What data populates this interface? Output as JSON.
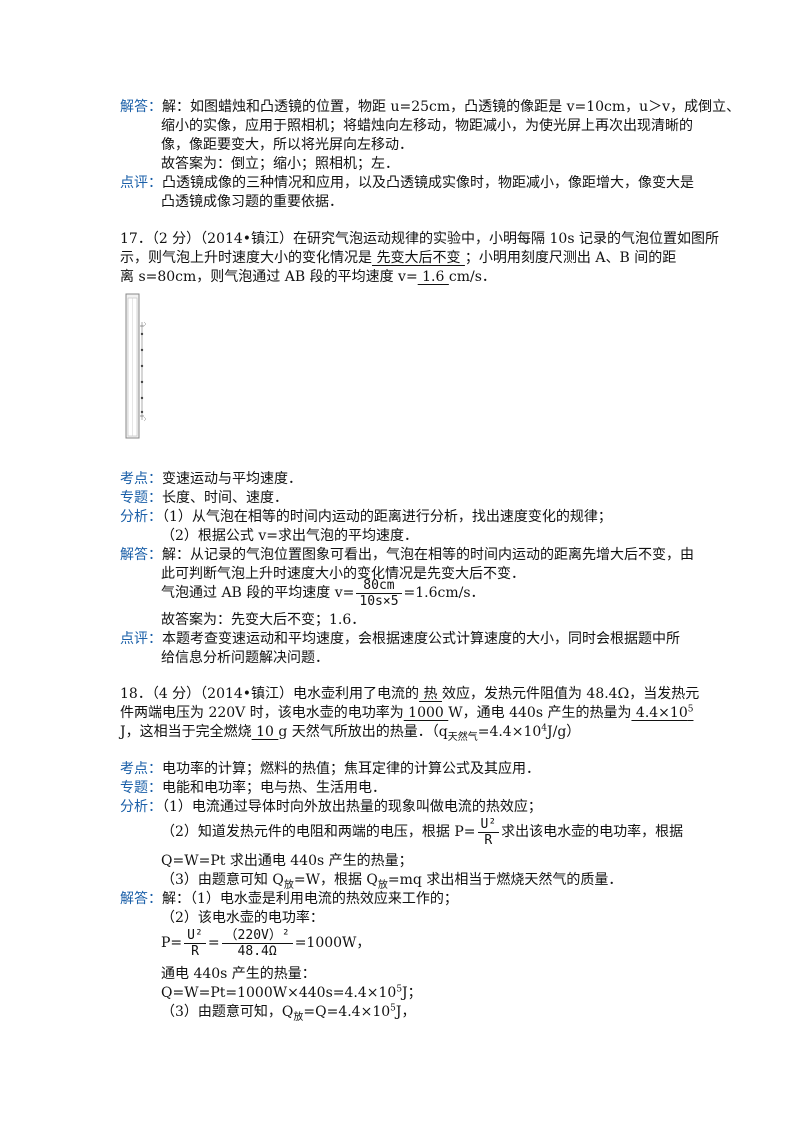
{
  "labels": {
    "jieda": "解答：",
    "dianping": "点评：",
    "kaodian": "考点：",
    "zhuanti": "专题：",
    "fenxi": "分析："
  },
  "q16": {
    "jieda_l1": "解：如图蜡烛和凸透镜的位置，物距 u=25cm，凸透镜的像距是 v=10cm，u＞v，成倒立、",
    "jieda_l2": "缩小的实像，应用于照相机；将蜡烛向左移动，物距减小，为使光屏上再次出现清晰的",
    "jieda_l3": "像，像距要变大，所以将光屏向左移动．",
    "jieda_l4": "故答案为：倒立；缩小；照相机；左．",
    "dianping_l1": "凸透镜成像的三种情况和应用，以及凸透镜成实像时，物距减小，像距增大，像变大是",
    "dianping_l2": "凸透镜成像习题的重要依据．"
  },
  "q17": {
    "l1": "17．（2 分）（2014•镇江）在研究气泡运动规律的实验中，小明每隔 10s 记录的气泡位置如图所",
    "l2a": "示，则气泡上升时速度大小的变化情况是",
    "ans1": "  先变大后不变  ",
    "l2b": "；小明用刻度尺测出 A、B 间的距",
    "l3a": "离 s=80cm，则气泡通过 AB 段的平均速度 v=",
    "ans2": "   1.6   ",
    "l3b": "cm/s．",
    "kaodian": "变速运动与平均速度．",
    "zhuanti": "长度、时间、速度．",
    "fenxi_l1": "（1）从气泡在相等的时间内运动的距离进行分析，找出速度变化的规律；",
    "fenxi_l2": "（2）根据公式 v=求出气泡的平均速度．",
    "jieda_l1": "解：从记录的气泡位置图象可看出，气泡在相等的时间内运动的距离先增大后不变，由",
    "jieda_l2": "此可判断气泡上升时速度大小的变化情况是先变大后不变．",
    "jieda_l3a": "气泡通过 AB 段的平均速度 v=",
    "frac_num": "80cm",
    "frac_den": "10s×5",
    "jieda_l3b": "=1.6cm/s．",
    "jieda_l4": "故答案为：先变大后不变；1.6．",
    "dianping_l1": "本题考查变速运动和平均速度，会根据速度公式计算速度的大小，同时会根据题中所",
    "dianping_l2": "给信息分析问题解决问题．"
  },
  "q18": {
    "l1a": "18．（4 分）（2014•镇江）电水壶利用了电流的",
    "ans1": "   热   ",
    "l1b": "效应，发热元件阻值为 48.4Ω，当发热元",
    "l2a": "件两端电压为 220V 时，该电水壶的电功率为",
    "ans2": "   1000   ",
    "l2b": "W，通电 440s 产生的热量为",
    "ans3": "   4.4×10",
    "ans3_exp": "5",
    "l3a": "J，这相当于完全燃烧",
    "ans4": "   10   ",
    "l3b": "g 天然气所放出的热量．（q",
    "l3_sub": "天然气",
    "l3c": "=4.4×10",
    "l3_exp": "4",
    "l3d": "J/g）",
    "kaodian": "电功率的计算；燃料的热值；焦耳定律的计算公式及其应用．",
    "zhuanti": "电能和电功率；电与热、生活用电．",
    "fenxi_l1": "（1）电流通过导体时向外放出热量的现象叫做电流的热效应；",
    "fenxi_l2a": "（2）知道发热元件的电阻和两端的电压，根据 P=",
    "fenxi_frac_num": "U²",
    "fenxi_frac_den": "R",
    "fenxi_l2b": "求出该电水壶的电功率，根据",
    "fenxi_l3": "Q=W=Pt 求出通电 440s 产生的热量；",
    "fenxi_l4a": "（3）由题意可知 Q",
    "fang": "放",
    "fenxi_l4b": "=W，根据 Q",
    "fenxi_l4c": "=mq 求出相当于燃烧天然气的质量．",
    "jieda_l1": "解：（1）电水壶是利用电流的热效应来工作的；",
    "jieda_l2": "（2）该电水壶的电功率：",
    "jieda_l3a": "P=",
    "j_frac1_num": "U²",
    "j_frac1_den": "R",
    "j_eq": "=",
    "j_frac2_num": "（220V）²",
    "j_frac2_den": "48.4Ω",
    "jieda_l3b": "=1000W，",
    "jieda_l4": "通电 440s 产生的热量：",
    "jieda_l5a": "Q=W=Pt=1000W×440s=4.4×10",
    "jieda_l5_exp": "5",
    "jieda_l5b": "J；",
    "jieda_l6a": "（3）由题意可知，Q",
    "jieda_l6b": "=Q=4.4×10",
    "jieda_l6_exp": "5",
    "jieda_l6c": "J，"
  }
}
